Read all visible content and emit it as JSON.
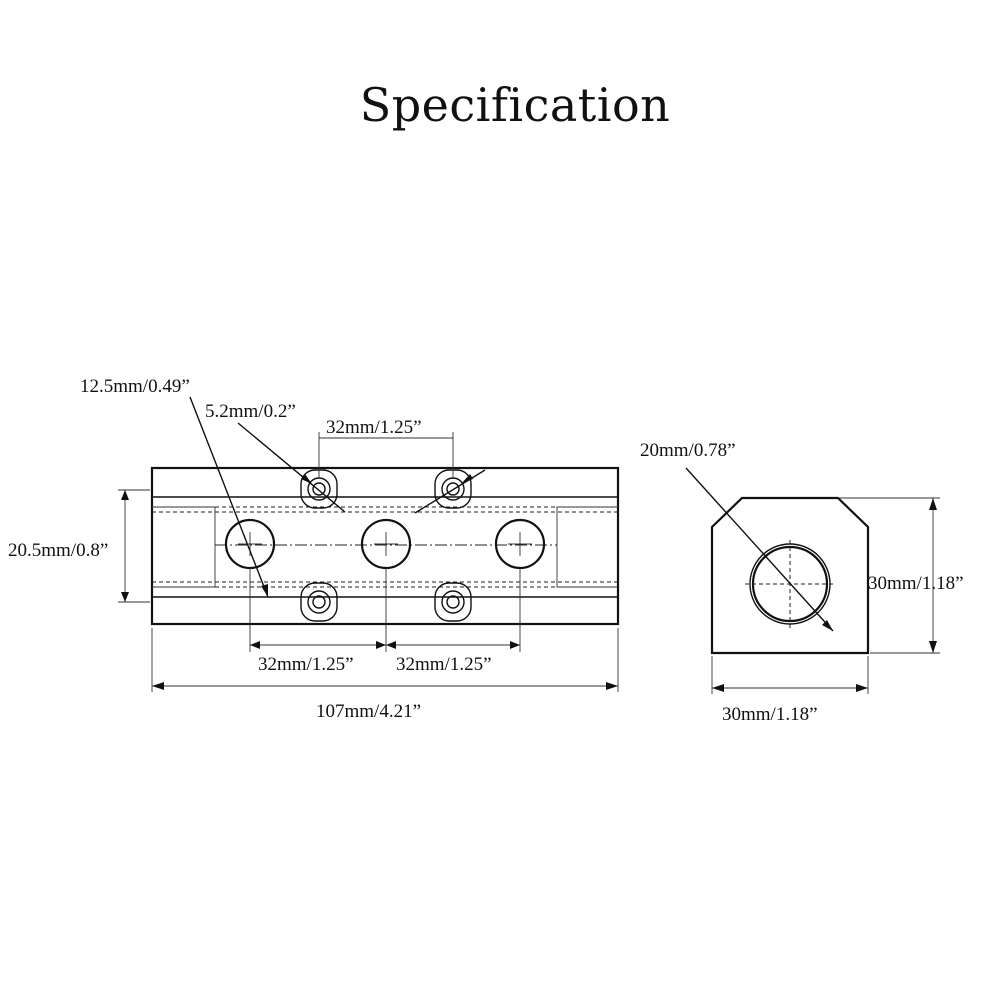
{
  "title": "Specification",
  "front_view": {
    "housing_diameter": "12.5mm/0.49”",
    "screw_hole": "5.2mm/0.2”",
    "top_hole_spacing": "32mm/1.25”",
    "height": "20.5mm/0.8”",
    "spacing_left": "32mm/1.25”",
    "spacing_right": "32mm/1.25”",
    "length": "107mm/4.21”"
  },
  "side_view": {
    "bore": "20mm/0.78”",
    "height": "30mm/1.18”",
    "width": "30mm/1.18”"
  }
}
